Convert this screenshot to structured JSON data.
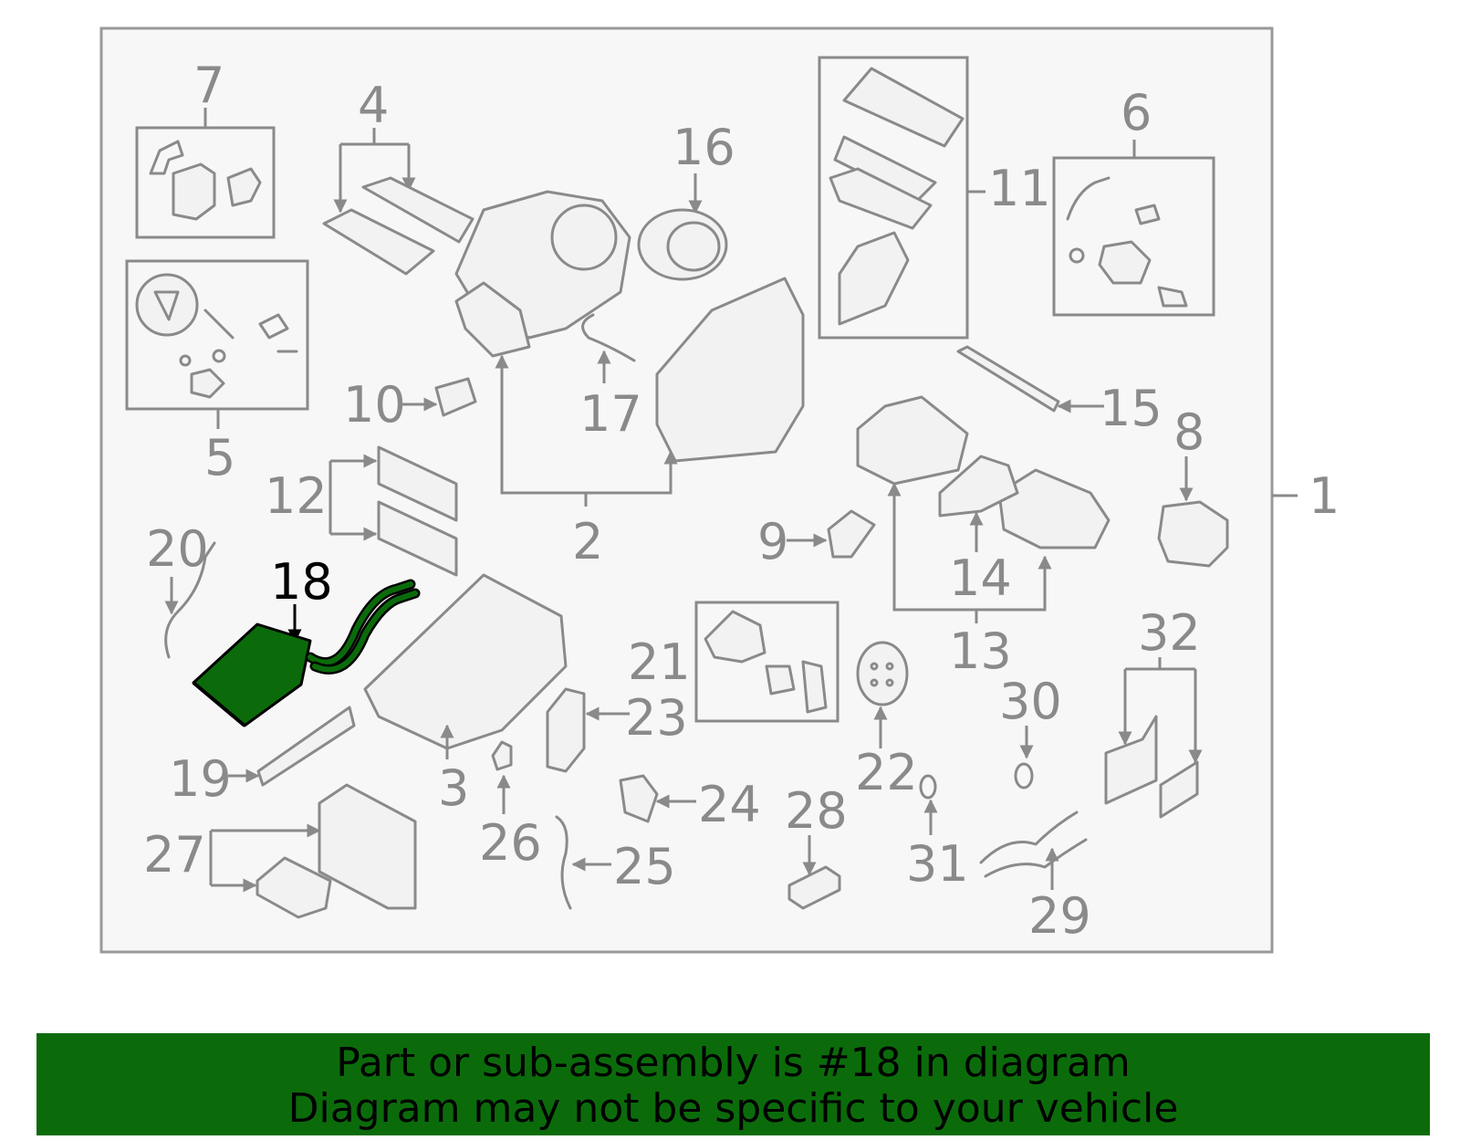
{
  "banner": {
    "line1": "Part or sub-assembly is #18 in diagram",
    "line2": "Diagram may not be specific to your vehicle"
  },
  "highlighted_part": "18",
  "colors": {
    "highlight_fill": "#0b6b0b",
    "part_stroke": "#8a8a8a",
    "banner_bg": "#0b6b0b",
    "frame_bg": "#f7f7f7"
  },
  "callouts": {
    "c1": "1",
    "c2": "2",
    "c3": "3",
    "c4": "4",
    "c5": "5",
    "c6": "6",
    "c7": "7",
    "c8": "8",
    "c9": "9",
    "c10": "10",
    "c11": "11",
    "c12": "12",
    "c13": "13",
    "c14": "14",
    "c15": "15",
    "c16": "16",
    "c17": "17",
    "c18": "18",
    "c19": "19",
    "c20": "20",
    "c21": "21",
    "c22": "22",
    "c23": "23",
    "c24": "24",
    "c25": "25",
    "c26": "26",
    "c27": "27",
    "c28": "28",
    "c29": "29",
    "c30": "30",
    "c31": "31",
    "c32": "32"
  }
}
